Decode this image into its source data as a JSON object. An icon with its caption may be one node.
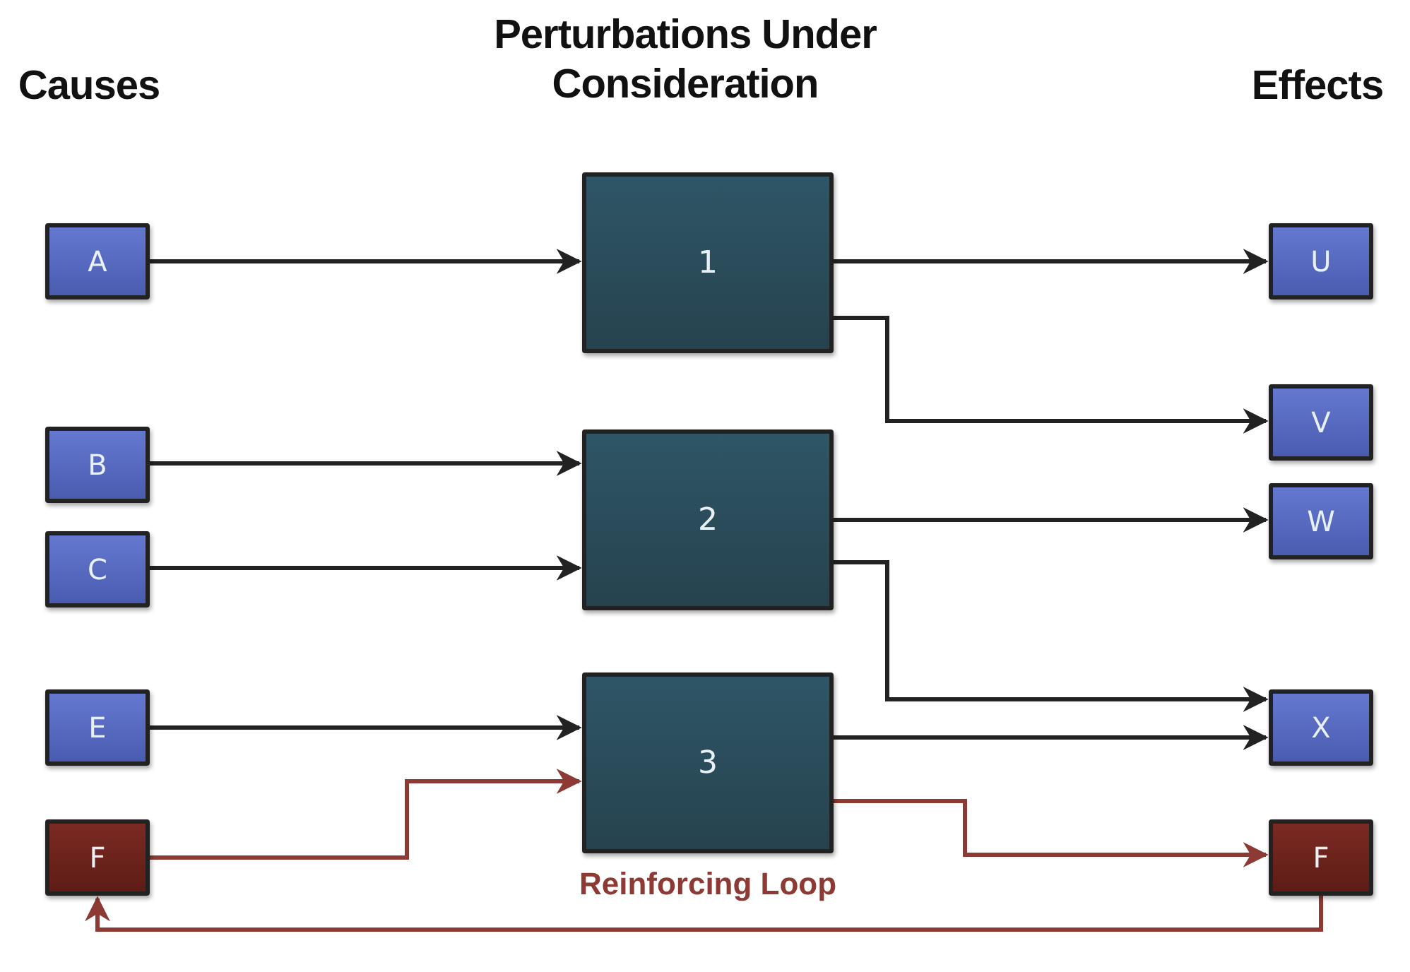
{
  "diagram": {
    "nodes": [
      {
        "text": [
          "A"
        ]
      },
      {
        "text": [
          "1"
        ]
      },
      {
        "text": [
          "U"
        ]
      },
      {
        "text": [
          "V"
        ]
      },
      {
        "text": [
          "B"
        ]
      },
      {
        "text": [
          "2"
        ]
      },
      {
        "text": [
          "W"
        ]
      },
      {
        "text": [
          "C"
        ]
      },
      {
        "text": [
          "X"
        ]
      },
      {
        "text": [
          "E"
        ]
      },
      {
        "text": [
          "3"
        ],
        "beside": [
          "Reinforcing Loop"
        ]
      },
      {
        "text": [
          "F"
        ]
      },
      {
        "text": [
          "F"
        ]
      }
    ],
    "edges": [
      {
        "from": 0,
        "to": 1,
        "arrow": "to"
      },
      {
        "from": 1,
        "to": 2,
        "arrow": "to"
      },
      {
        "from": 1,
        "to": 3,
        "arrow": "to"
      },
      {
        "from": 4,
        "to": 5,
        "arrow": "to"
      },
      {
        "from": 7,
        "to": 5,
        "arrow": "to"
      },
      {
        "from": 5,
        "to": 6,
        "arrow": "to"
      },
      {
        "from": 5,
        "to": 8,
        "arrow": "to"
      },
      {
        "from": 9,
        "to": 10,
        "arrow": "to"
      },
      {
        "from": 10,
        "to": 8,
        "arrow": "to"
      },
      {
        "from": 11,
        "to": 10,
        "arrow": "to",
        "color": "#8c3a33"
      },
      {
        "from": 10,
        "to": 12,
        "arrow": "to",
        "color": "#8c3a33"
      },
      {
        "from": 12,
        "to": 11,
        "arrow": "to",
        "color": "#8c3a33"
      }
    ],
    "labels": [
      "Causes",
      "Perturbations Under Consideration",
      "Effects"
    ]
  }
}
